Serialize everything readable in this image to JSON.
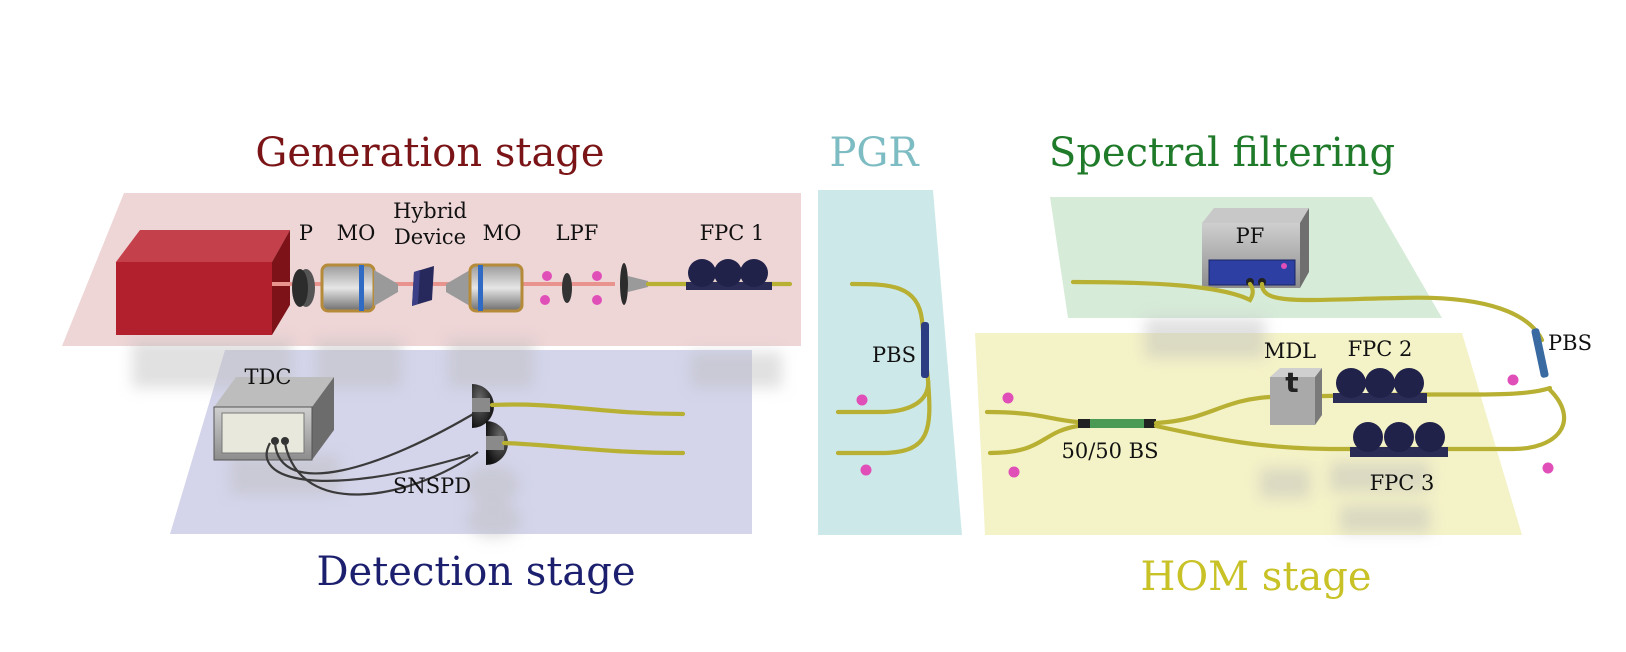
{
  "stages": {
    "generation": "Generation stage",
    "pgr": "PGR",
    "spectral": "Spectral filtering",
    "detection": "Detection stage",
    "hom": "HOM stage"
  },
  "colors": {
    "generation": "#7a1416",
    "pgr": "#7dbcc2",
    "spectral": "#1f7a2a",
    "detection": "#1b1f6e",
    "hom": "#c8c226",
    "fiber": "#b8b032",
    "laser": "#b2202e",
    "photon": "#e04fb8"
  },
  "labels": {
    "p": "P",
    "mo1": "MO",
    "hybrid_line1": "Hybrid",
    "hybrid_line2": "Device",
    "mo2": "MO",
    "lpf": "LPF",
    "fpc1": "FPC 1",
    "pbs_pgr": "PBS",
    "tdc": "TDC",
    "snspd": "SNSPD",
    "pf": "PF",
    "mdl": "MDL",
    "mdl_symbol": "t",
    "fpc2": "FPC 2",
    "fpc3": "FPC 3",
    "bs": "50/50 BS",
    "pbs_hom": "PBS"
  }
}
